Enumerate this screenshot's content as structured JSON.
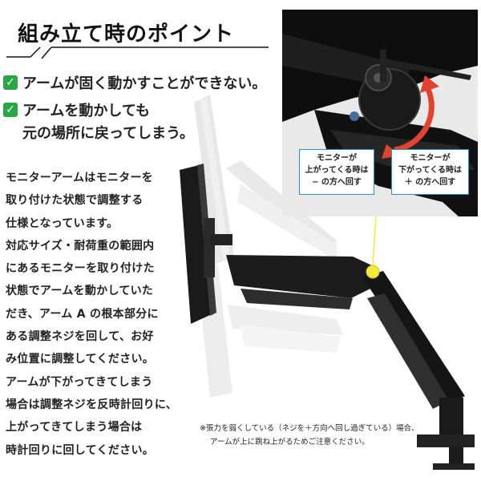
{
  "header": {
    "title": "組み立て時のポイント"
  },
  "checklist": {
    "icon": "check-mark-icon",
    "icon_color": "#27a844",
    "items": [
      {
        "line1": "アームが固く動かすことができない。"
      },
      {
        "line1": "アームを動かしても",
        "line2": "元の場所に戻ってしまう。"
      }
    ]
  },
  "body": {
    "lines": [
      "モニターアームはモニターを",
      "取り付けた状態で調整する",
      "仕様となっています。",
      "対応サイズ・耐荷重の範囲内",
      "にあるモニターを取り付けた",
      "状態でアームを動かしていた",
      "だき、アーム A の根本部分に",
      "ある調整ネジを回して、お好",
      "み位置に調整してください。",
      "アームが下がってきてしまう",
      "場合は調整ネジを反時計回りに、",
      "上がってきてしまう場合は",
      "時計回りに回してください。"
    ]
  },
  "callouts": {
    "left": {
      "line1": "モニターが",
      "line2": "上がってくる時は",
      "line3": "− の方へ回す"
    },
    "right": {
      "line1": "モニターが",
      "line2": "下がってくる時は",
      "line3": "＋ の方へ回す"
    }
  },
  "footnote": {
    "line1": "※張力を弱くしている（ネジを＋方向へ回し過ぎている）場合、",
    "line2": "アームが上に跳ね上がるためご注意ください。"
  },
  "colors": {
    "accent_green": "#27a844",
    "callout_border": "#2b8fd6",
    "arrow_red": "#e0442f",
    "highlight_yellow": "#f2ea3a"
  }
}
